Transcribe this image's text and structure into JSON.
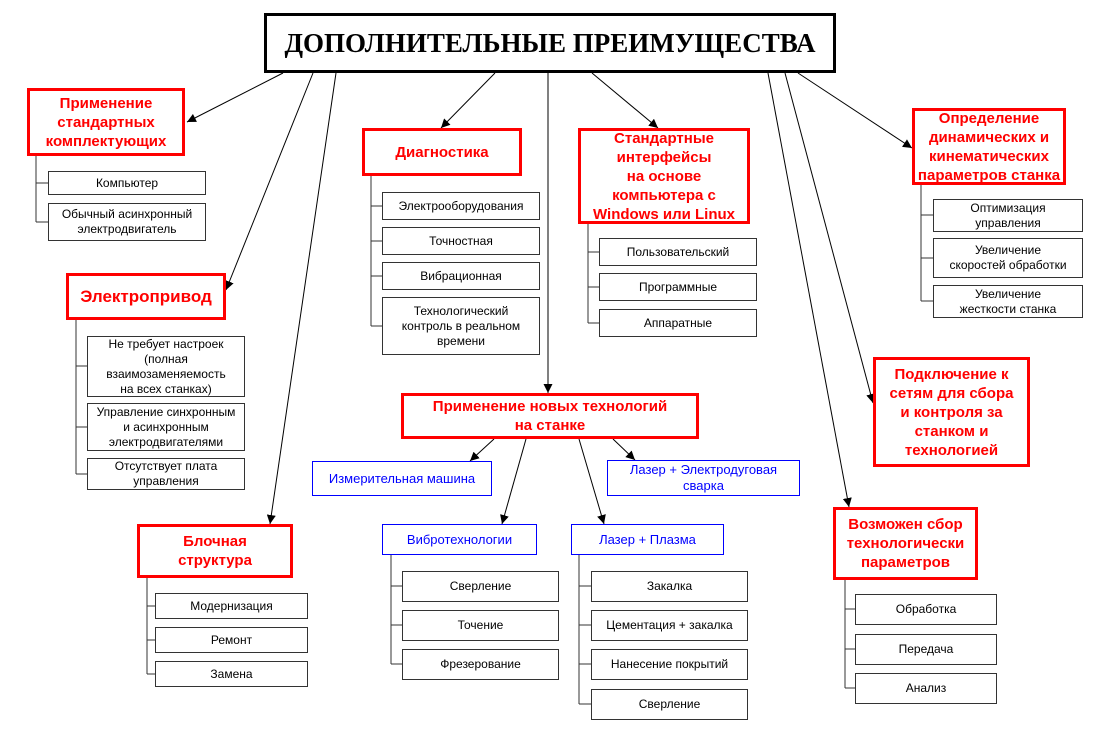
{
  "title": "ДОПОЛНИТЕЛЬНЫЕ ПРЕИМУЩЕСТВА",
  "colors": {
    "category": "#ff0000",
    "technology": "#0000ff",
    "leaf": "#000000",
    "root": "#000000"
  },
  "categories": {
    "standard_components": {
      "label": "Применение\nстандартных\nкомплектующих",
      "items": [
        "Компьютер",
        "Обычный асинхронный\nэлектродвигатель"
      ]
    },
    "electric_drive": {
      "label": "Электропривод",
      "items": [
        "Не требует настроек\n(полная\nвзаимозаменяемость\nна всех станках)",
        "Управление синхронным\nи  асинхронным\nэлектродвигателями",
        "Отсутствует плата\nуправления"
      ]
    },
    "block_structure": {
      "label": "Блочная\nструктура",
      "items": [
        "Модернизация",
        "Ремонт",
        "Замена"
      ]
    },
    "diagnostics": {
      "label": "Диагностика",
      "items": [
        "Электрооборудования",
        "Точностная",
        "Вибрационная",
        "Технологический\nконтроль в реальном\nвремени"
      ]
    },
    "standard_interfaces": {
      "label": "Стандартные\nинтерфейсы\nна основе\nкомпьютера с\nWindows или Linux",
      "items": [
        "Пользовательский",
        "Программные",
        "Аппаратные"
      ]
    },
    "new_technologies": {
      "label": "Применение новых технологий\nна станке",
      "technologies": {
        "measuring_machine": {
          "label": "Измерительная машина"
        },
        "laser_arc": {
          "label": "Лазер + Электродуговая\nсварка"
        },
        "vibro": {
          "label": "Вибротехнологии",
          "items": [
            "Сверление",
            "Точение",
            "Фрезерование"
          ]
        },
        "laser_plasma": {
          "label": "Лазер + Плазма",
          "items": [
            "Закалка",
            "Цементация + закалка",
            "Нанесение покрытий",
            "Сверление"
          ]
        }
      }
    },
    "dynamic_params": {
      "label": "Определение\nдинамических и\nкинематических\nпараметров станка",
      "items": [
        "Оптимизация\nуправления",
        "Увеличение\nскоростей обработки",
        "Увеличение\nжесткости станка"
      ]
    },
    "network": {
      "label": "Подключение к\nсетям для сбора\nи контроля за\nстанком и\nтехнологией"
    },
    "data_collection": {
      "label": "Возможен сбор\nтехнологически\nпараметров",
      "items": [
        "Обработка",
        "Передача",
        "Анализ"
      ]
    }
  }
}
